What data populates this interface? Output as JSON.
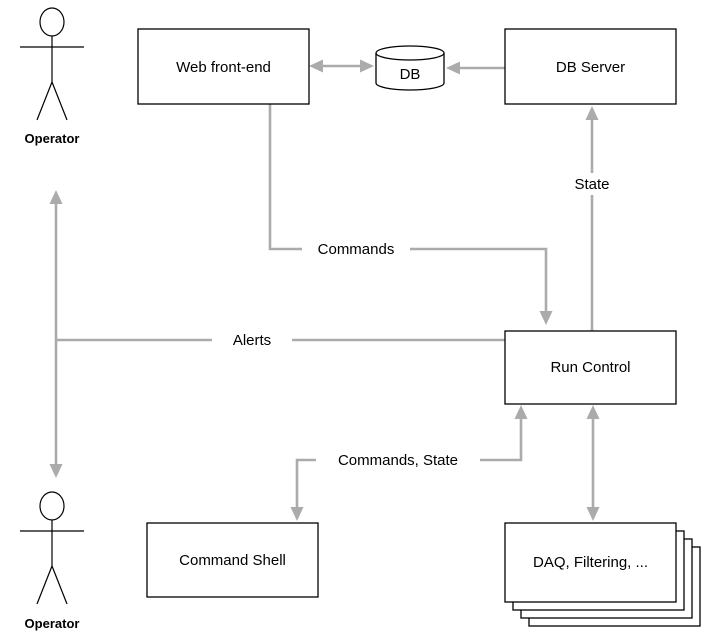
{
  "actors": {
    "top": {
      "name": "Operator"
    },
    "bottom": {
      "name": "Operator"
    }
  },
  "nodes": {
    "web_frontend": "Web front-end",
    "db": "DB",
    "db_server": "DB Server",
    "run_control": "Run Control",
    "command_shell": "Command Shell",
    "daq": "DAQ, Filtering, ..."
  },
  "edges": {
    "commands": "Commands",
    "state": "State",
    "alerts": "Alerts",
    "commands_state": "Commands, State"
  }
}
